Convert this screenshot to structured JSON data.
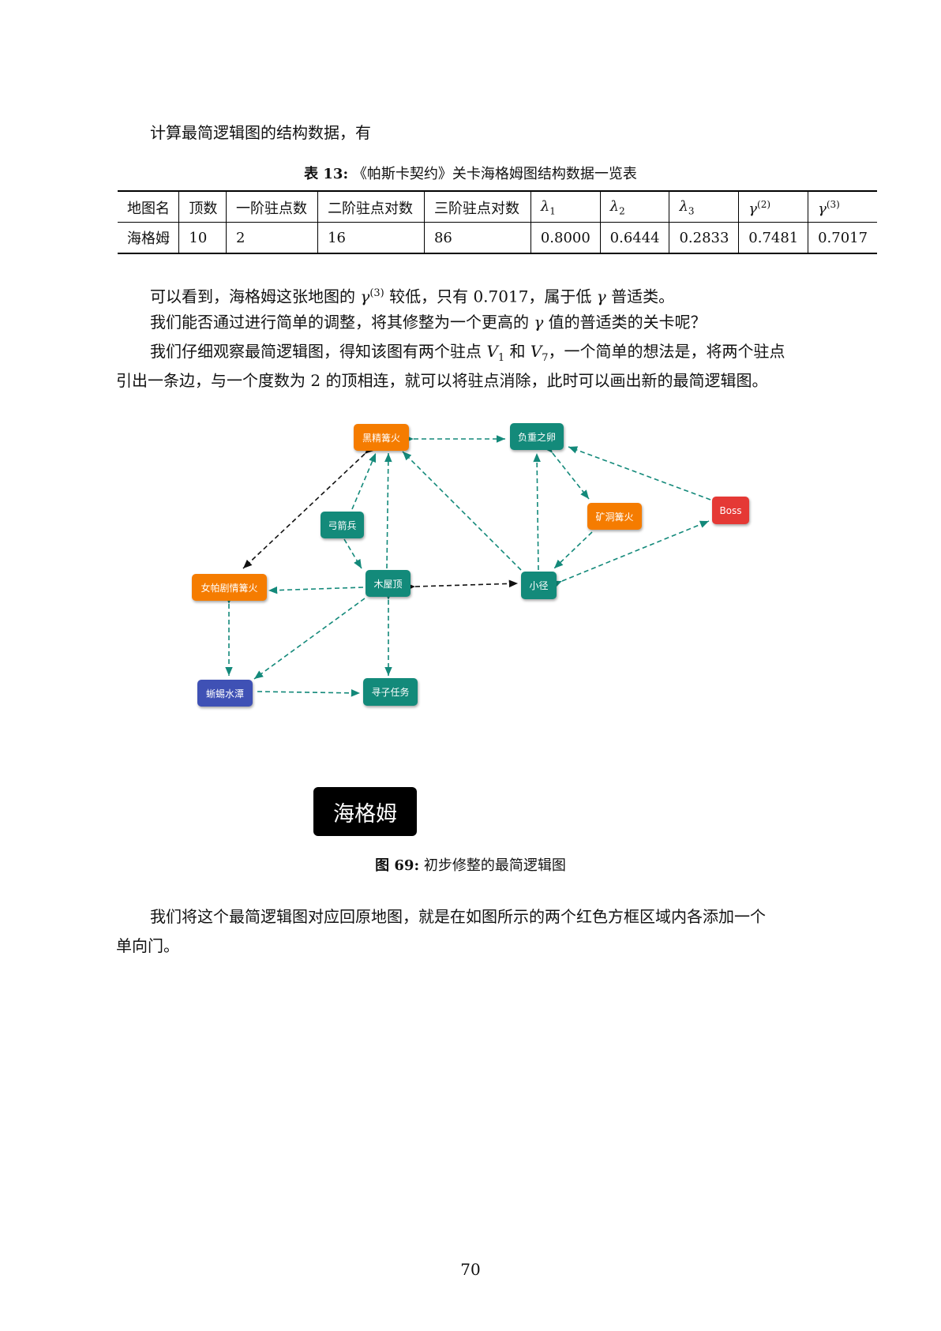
{
  "intro": "计算最简逻辑图的结构数据，有",
  "table": {
    "caption_label": "表 13:",
    "caption_text": "《帕斯卡契约》关卡海格姆图结构数据一览表",
    "headers_text": [
      "地图名",
      "顶数",
      "一阶驻点数",
      "二阶驻点对数",
      "三阶驻点对数"
    ],
    "headers_sym": [
      {
        "base": "λ",
        "sub": "1"
      },
      {
        "base": "λ",
        "sub": "2"
      },
      {
        "base": "λ",
        "sub": "3"
      },
      {
        "base": "γ",
        "sup": "(2)"
      },
      {
        "base": "γ",
        "sup": "(3)"
      }
    ],
    "rows": [
      [
        "海格姆",
        "10",
        "2",
        "16",
        "86",
        "0.8000",
        "0.6444",
        "0.2833",
        "0.7481",
        "0.7017"
      ]
    ]
  },
  "para1": {
    "a": "可以看到，海格姆这张地图的 ",
    "sym": "γ",
    "sup": "(3)",
    "b": " 较低，只有 0.7017，属于低 ",
    "sym2": "γ",
    "c": " 普适类。"
  },
  "para2": {
    "a": "我们能否通过进行简单的调整，将其修整为一个更高的 ",
    "sym": "γ",
    "b": " 值的普适类的关卡呢？"
  },
  "para3": {
    "a": "我们仔细观察最简逻辑图，得知该图有两个驻点 ",
    "v1": "V",
    "v1sub": "1",
    "b": " 和 ",
    "v7": "V",
    "v7sub": "7",
    "c": "，一个简单的想法是，将两个驻点",
    "line2": "引出一条边，与一个度数为 2 的顶相连，就可以将驻点消除，此时可以画出新的最简逻辑图。"
  },
  "graph": {
    "nodes": [
      {
        "id": "heijing",
        "label": "黑精篝火",
        "color": "orange"
      },
      {
        "id": "fuzhong",
        "label": "负重之卵",
        "color": "teal"
      },
      {
        "id": "boss",
        "label": "Boss",
        "color": "red"
      },
      {
        "id": "gongjian",
        "label": "弓箭兵",
        "color": "teal"
      },
      {
        "id": "kuangdong",
        "label": "矿洞篝火",
        "color": "orange"
      },
      {
        "id": "nvpa",
        "label": "女帕剧情篝火",
        "color": "orange"
      },
      {
        "id": "muwu",
        "label": "木屋顶",
        "color": "teal"
      },
      {
        "id": "xiaojing",
        "label": "小径",
        "color": "teal"
      },
      {
        "id": "xiyi",
        "label": "蜥蜴水潭",
        "color": "indigo"
      },
      {
        "id": "xunzi",
        "label": "寻子任务",
        "color": "teal"
      }
    ],
    "title": "海格姆"
  },
  "figure_caption": {
    "label": "图 69:",
    "text": "初步修整的最简逻辑图"
  },
  "para4": {
    "line1": "我们将这个最简逻辑图对应回原地图，就是在如图所示的两个红色方框区域内各添加一个",
    "line2": "单向门。"
  },
  "page_number": "70"
}
